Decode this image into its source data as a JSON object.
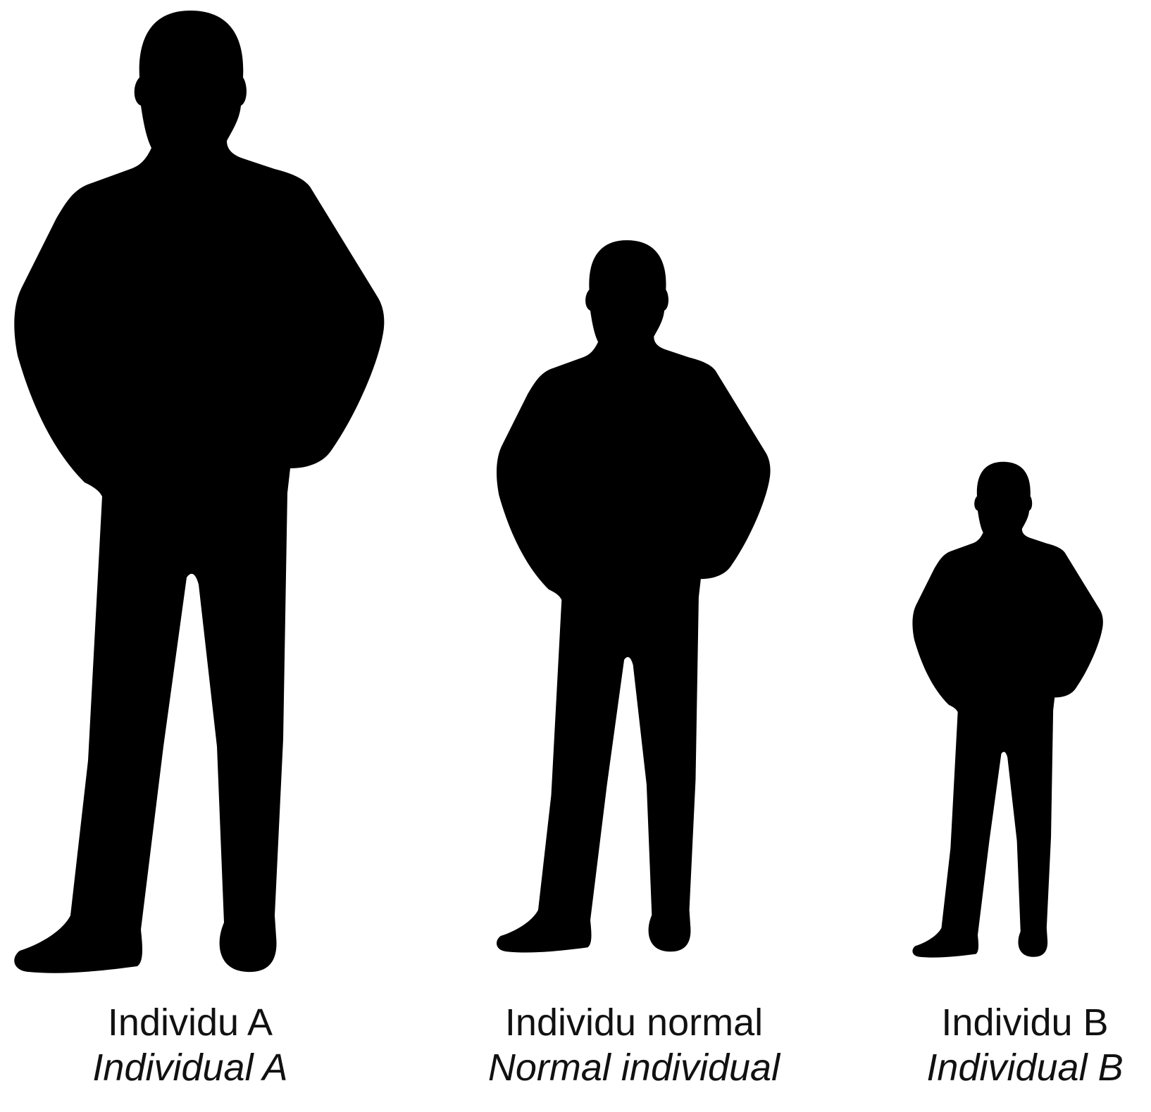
{
  "figures": [
    {
      "id": "individual-a",
      "label_fr": "Individu A",
      "label_en": "Individual A"
    },
    {
      "id": "normal-individual",
      "label_fr": "Individu normal",
      "label_en": "Normal individual"
    },
    {
      "id": "individual-b",
      "label_fr": "Individu B",
      "label_en": "Individual B"
    }
  ],
  "colors": {
    "outline": "#2a2a2a",
    "fill": "#ffffff",
    "text": "#111111",
    "background": "#ffffff"
  }
}
